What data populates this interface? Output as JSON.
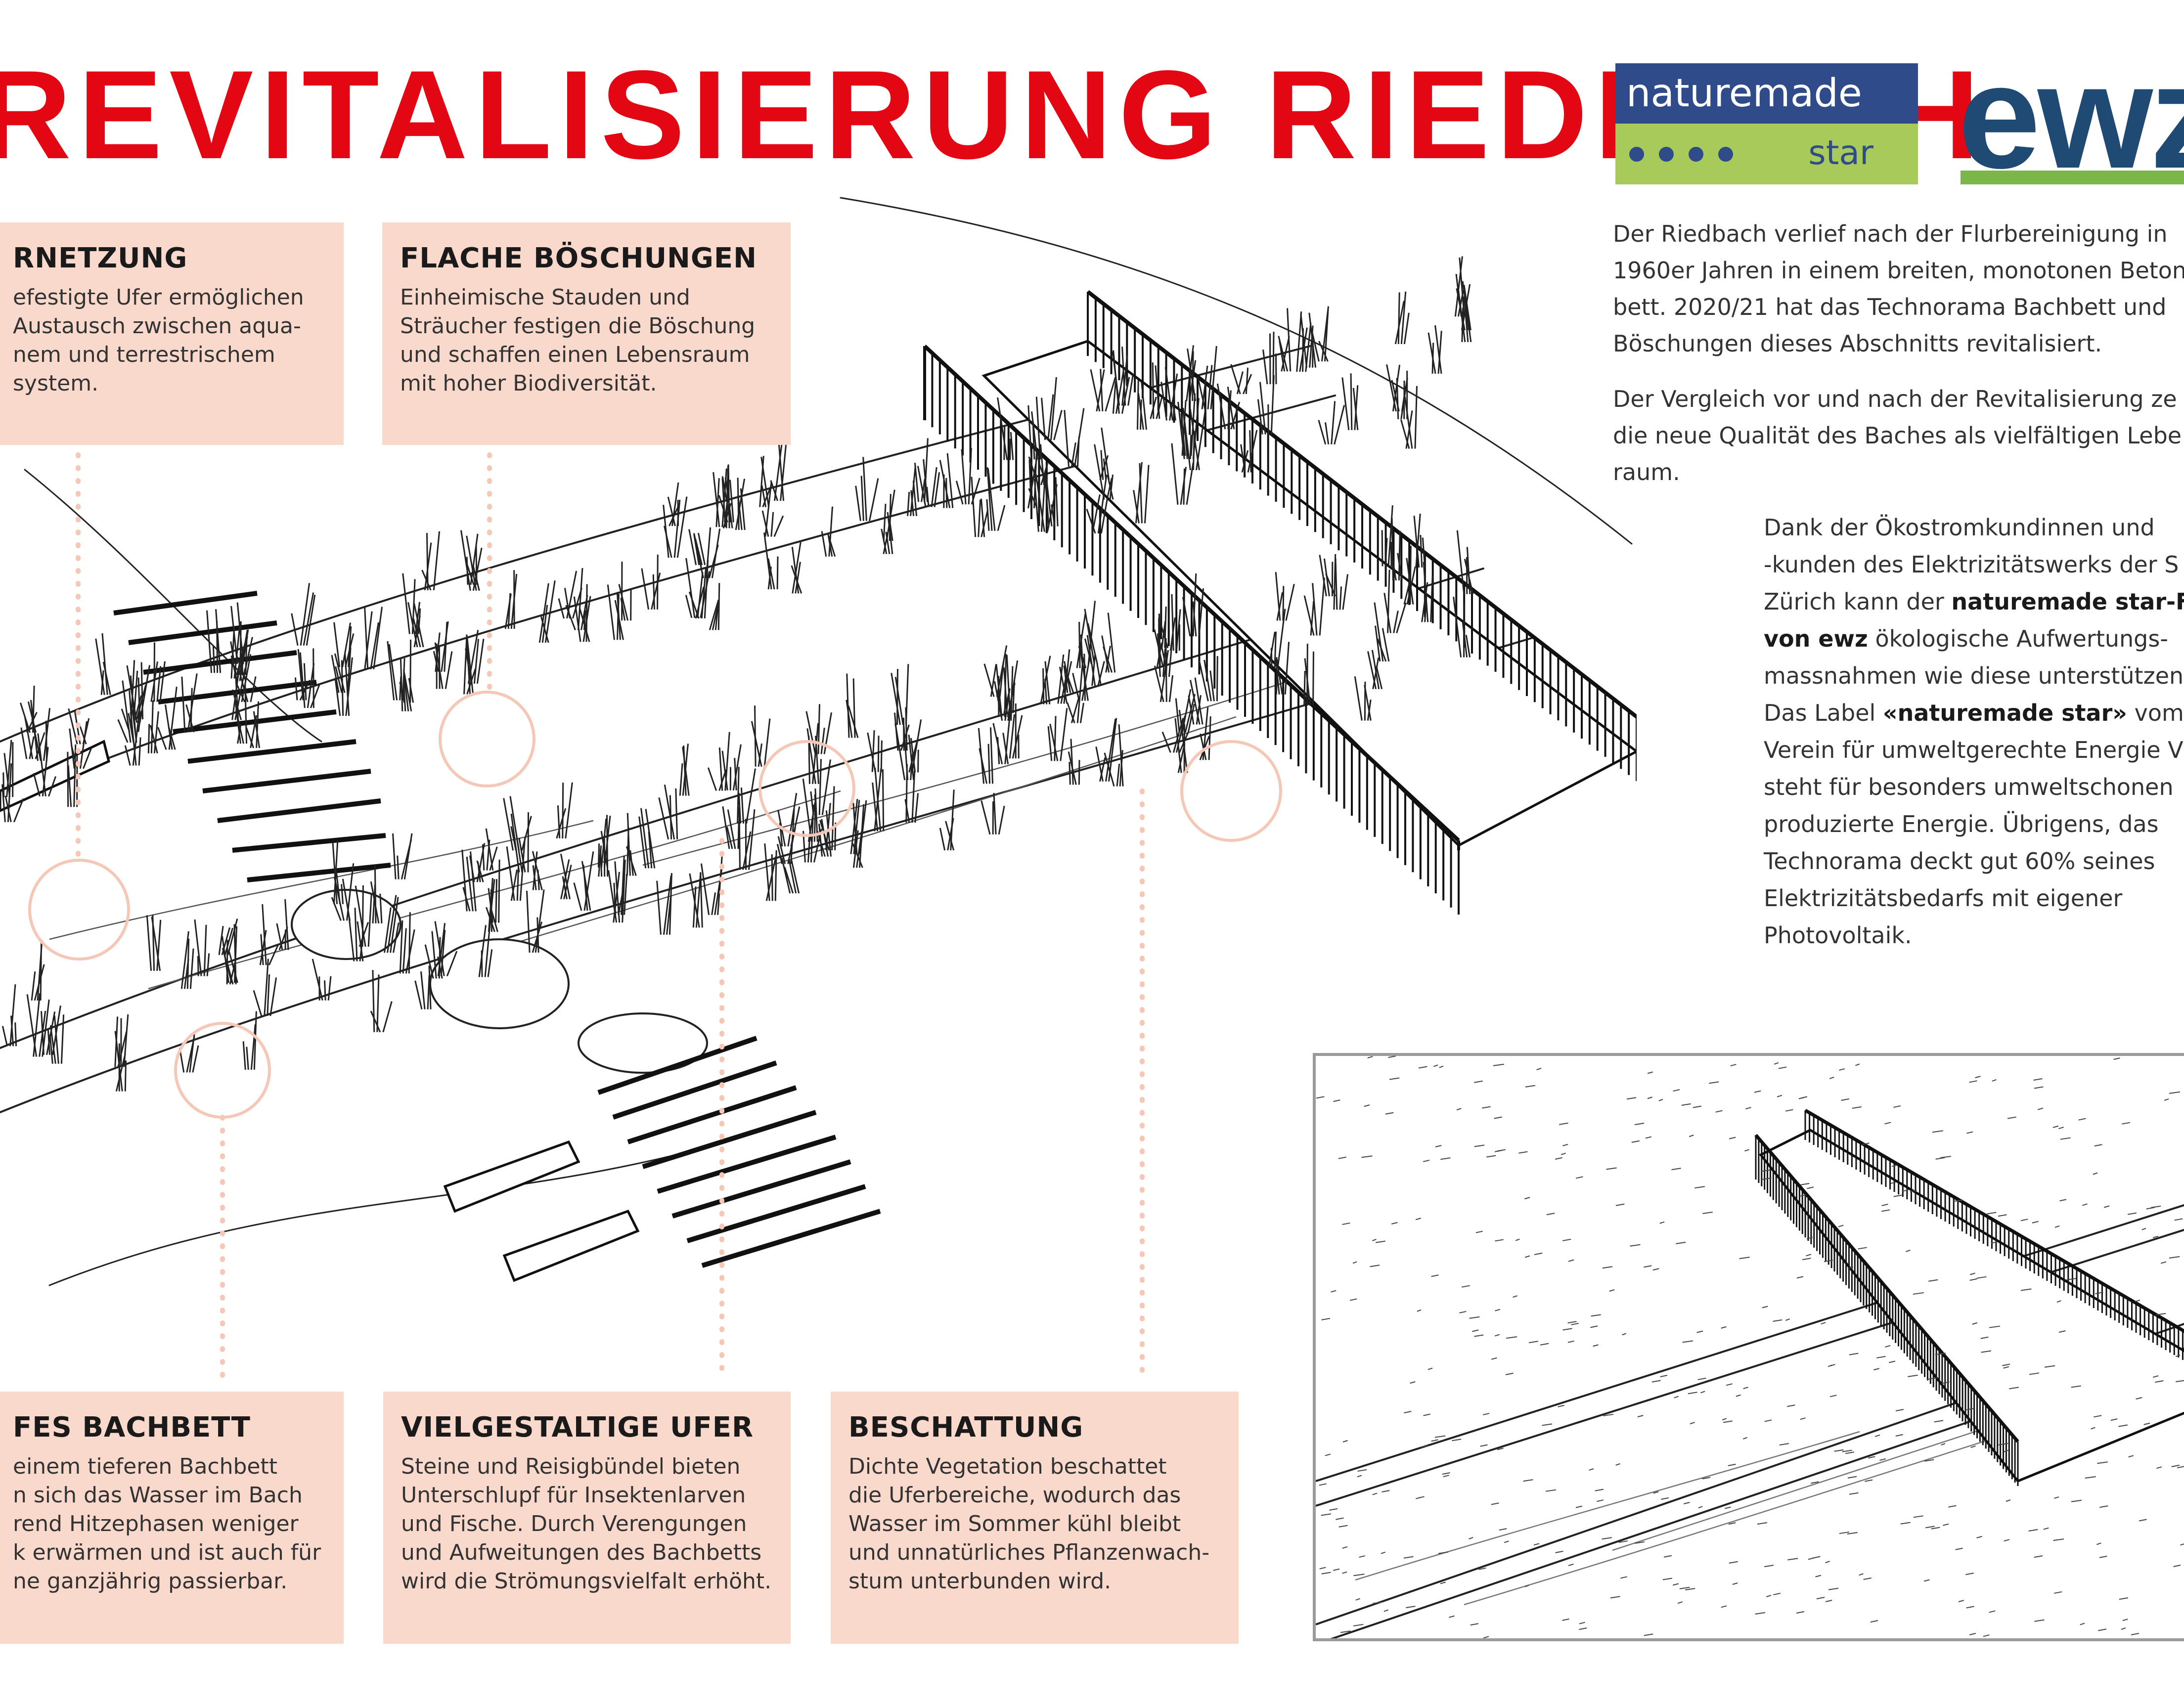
{
  "header": {
    "title": "REVITALISIERUNG RIEDBACH"
  },
  "logos": {
    "naturemade": {
      "name": "naturemade",
      "sub": "star",
      "dots": 4,
      "color_top": "#2f4b8a",
      "color_bottom": "#a8ca5a"
    },
    "ewz": {
      "name": "ewz",
      "color": "#1e4a73",
      "bar_color": "#7ab648"
    }
  },
  "intro": {
    "paragraph1": [
      "Der Riedbach verlief nach der Flurbereinigung in",
      "1960er Jahren in einem breiten, monotonen Beton",
      "bett. 2020/21 hat das Technorama Bachbett und",
      "Böschungen dieses Abschnitts revitalisiert."
    ],
    "paragraph2": [
      "Der Vergleich vor und nach der Revitalisierung ze",
      "die neue Qualität des Baches als vielfältigen Lebe",
      "raum."
    ],
    "paragraph3": {
      "l1": "Dank der Ökostromkundinnen und",
      "l2": "-kunden des Elektrizitätswerks der S",
      "l3a": "Zürich kann der ",
      "l3b": "naturemade star-Fo",
      "l4a": " von ewz",
      "l4b": " ökologische Aufwertungs-",
      "l5": "massnahmen wie diese unterstützen",
      "l6a": "Das Label ",
      "l6b": "«naturemade star»",
      "l6c": " vom",
      "l7": "Verein für umweltgerechte Energie V",
      "l8": "steht für besonders umweltschonen",
      "l9": "produzierte Energie. Übrigens, das",
      "l10": "Technorama deckt gut 60% seines",
      "l11": "Elektrizitätsbedarfs mit eigener",
      "l12": "Photovoltaik."
    }
  },
  "cards": {
    "vernetzung": {
      "title": "RNETZUNG",
      "lines": [
        "efestigte Ufer ermöglichen",
        "Austausch zwischen aqua-",
        "nem und terrestrischem",
        "system."
      ]
    },
    "boeschungen": {
      "title": "FLACHE BÖSCHUNGEN",
      "lines": [
        "Einheimische Stauden und",
        "Sträucher festigen die Böschung",
        "und schaffen einen Lebensraum",
        "mit hoher Biodiversität."
      ]
    },
    "bachbett": {
      "title": "FES BACHBETT",
      "lines": [
        "einem tieferen Bachbett",
        "n sich das Wasser im Bach",
        "rend Hitzephasen weniger",
        "k erwärmen und ist auch für",
        "ne ganzjährig passierbar."
      ]
    },
    "ufer": {
      "title": "VIELGESTALTIGE UFER",
      "lines": [
        "Steine und Reisigbündel bieten",
        "Unterschlupf für Insektenlarven",
        "und Fische. Durch Verengungen",
        "und Aufweitungen des Bachbetts",
        "wird die Strömungsvielfalt erhöht."
      ]
    },
    "beschattung": {
      "title": "BESCHATTUNG",
      "lines": [
        "Dichte Vegetation beschattet",
        "die Uferbereiche, wodurch das",
        "Wasser im Sommer kühl bleibt",
        "und unnatürliches Pflanzenwach-",
        "stum unterbunden wird."
      ]
    }
  }
}
